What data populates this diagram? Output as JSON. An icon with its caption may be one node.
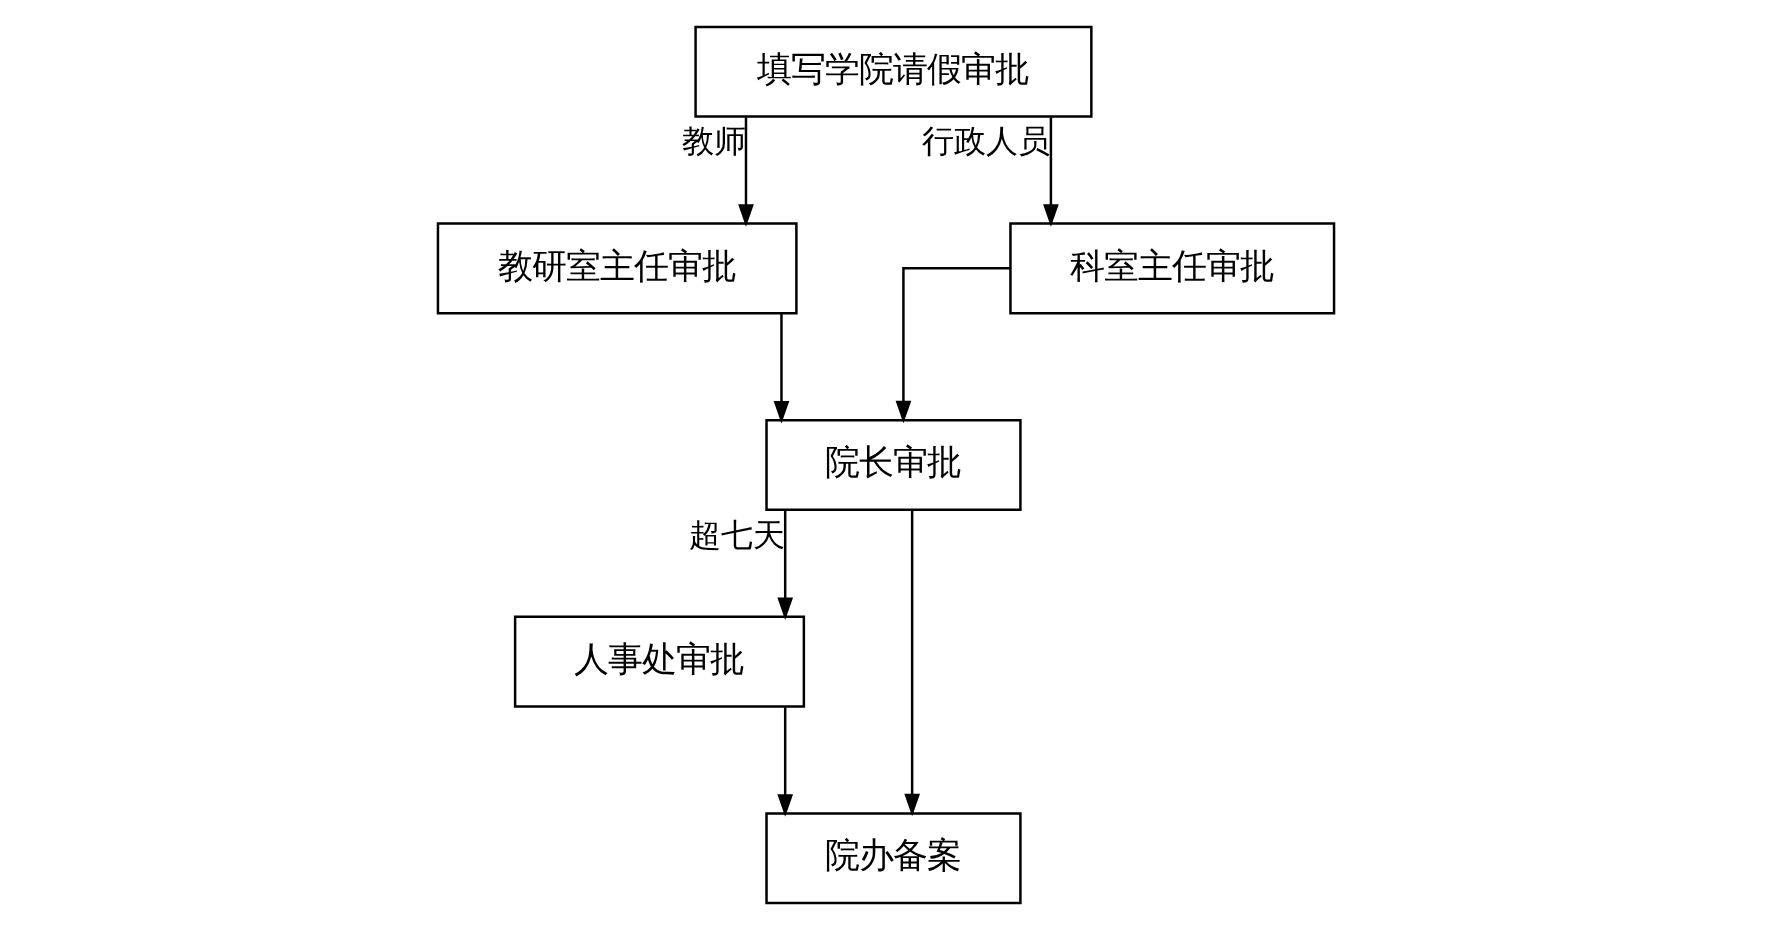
{
  "diagram": {
    "nodes": [
      {
        "text": [
          "填写学院请假审批"
        ]
      },
      {
        "text": [
          "教研室主任审批"
        ]
      },
      {
        "text": [
          "科室主任审批"
        ]
      },
      {
        "text": [
          "院长审批"
        ]
      },
      {
        "text": [
          "人事处审批"
        ]
      },
      {
        "text": [
          "院办备案"
        ]
      }
    ],
    "edges": [
      {
        "from": 0,
        "to": 1,
        "arrow": "to",
        "label": "教师"
      },
      {
        "from": 0,
        "to": 2,
        "arrow": "to",
        "label": "行政人员"
      },
      {
        "from": 1,
        "to": 3,
        "arrow": "to"
      },
      {
        "from": 2,
        "to": 3,
        "arrow": "to"
      },
      {
        "from": 3,
        "to": 4,
        "arrow": "to",
        "label": "超七天"
      },
      {
        "from": 3,
        "to": 5,
        "arrow": "to"
      },
      {
        "from": 4,
        "to": 5,
        "arrow": "to"
      }
    ]
  }
}
